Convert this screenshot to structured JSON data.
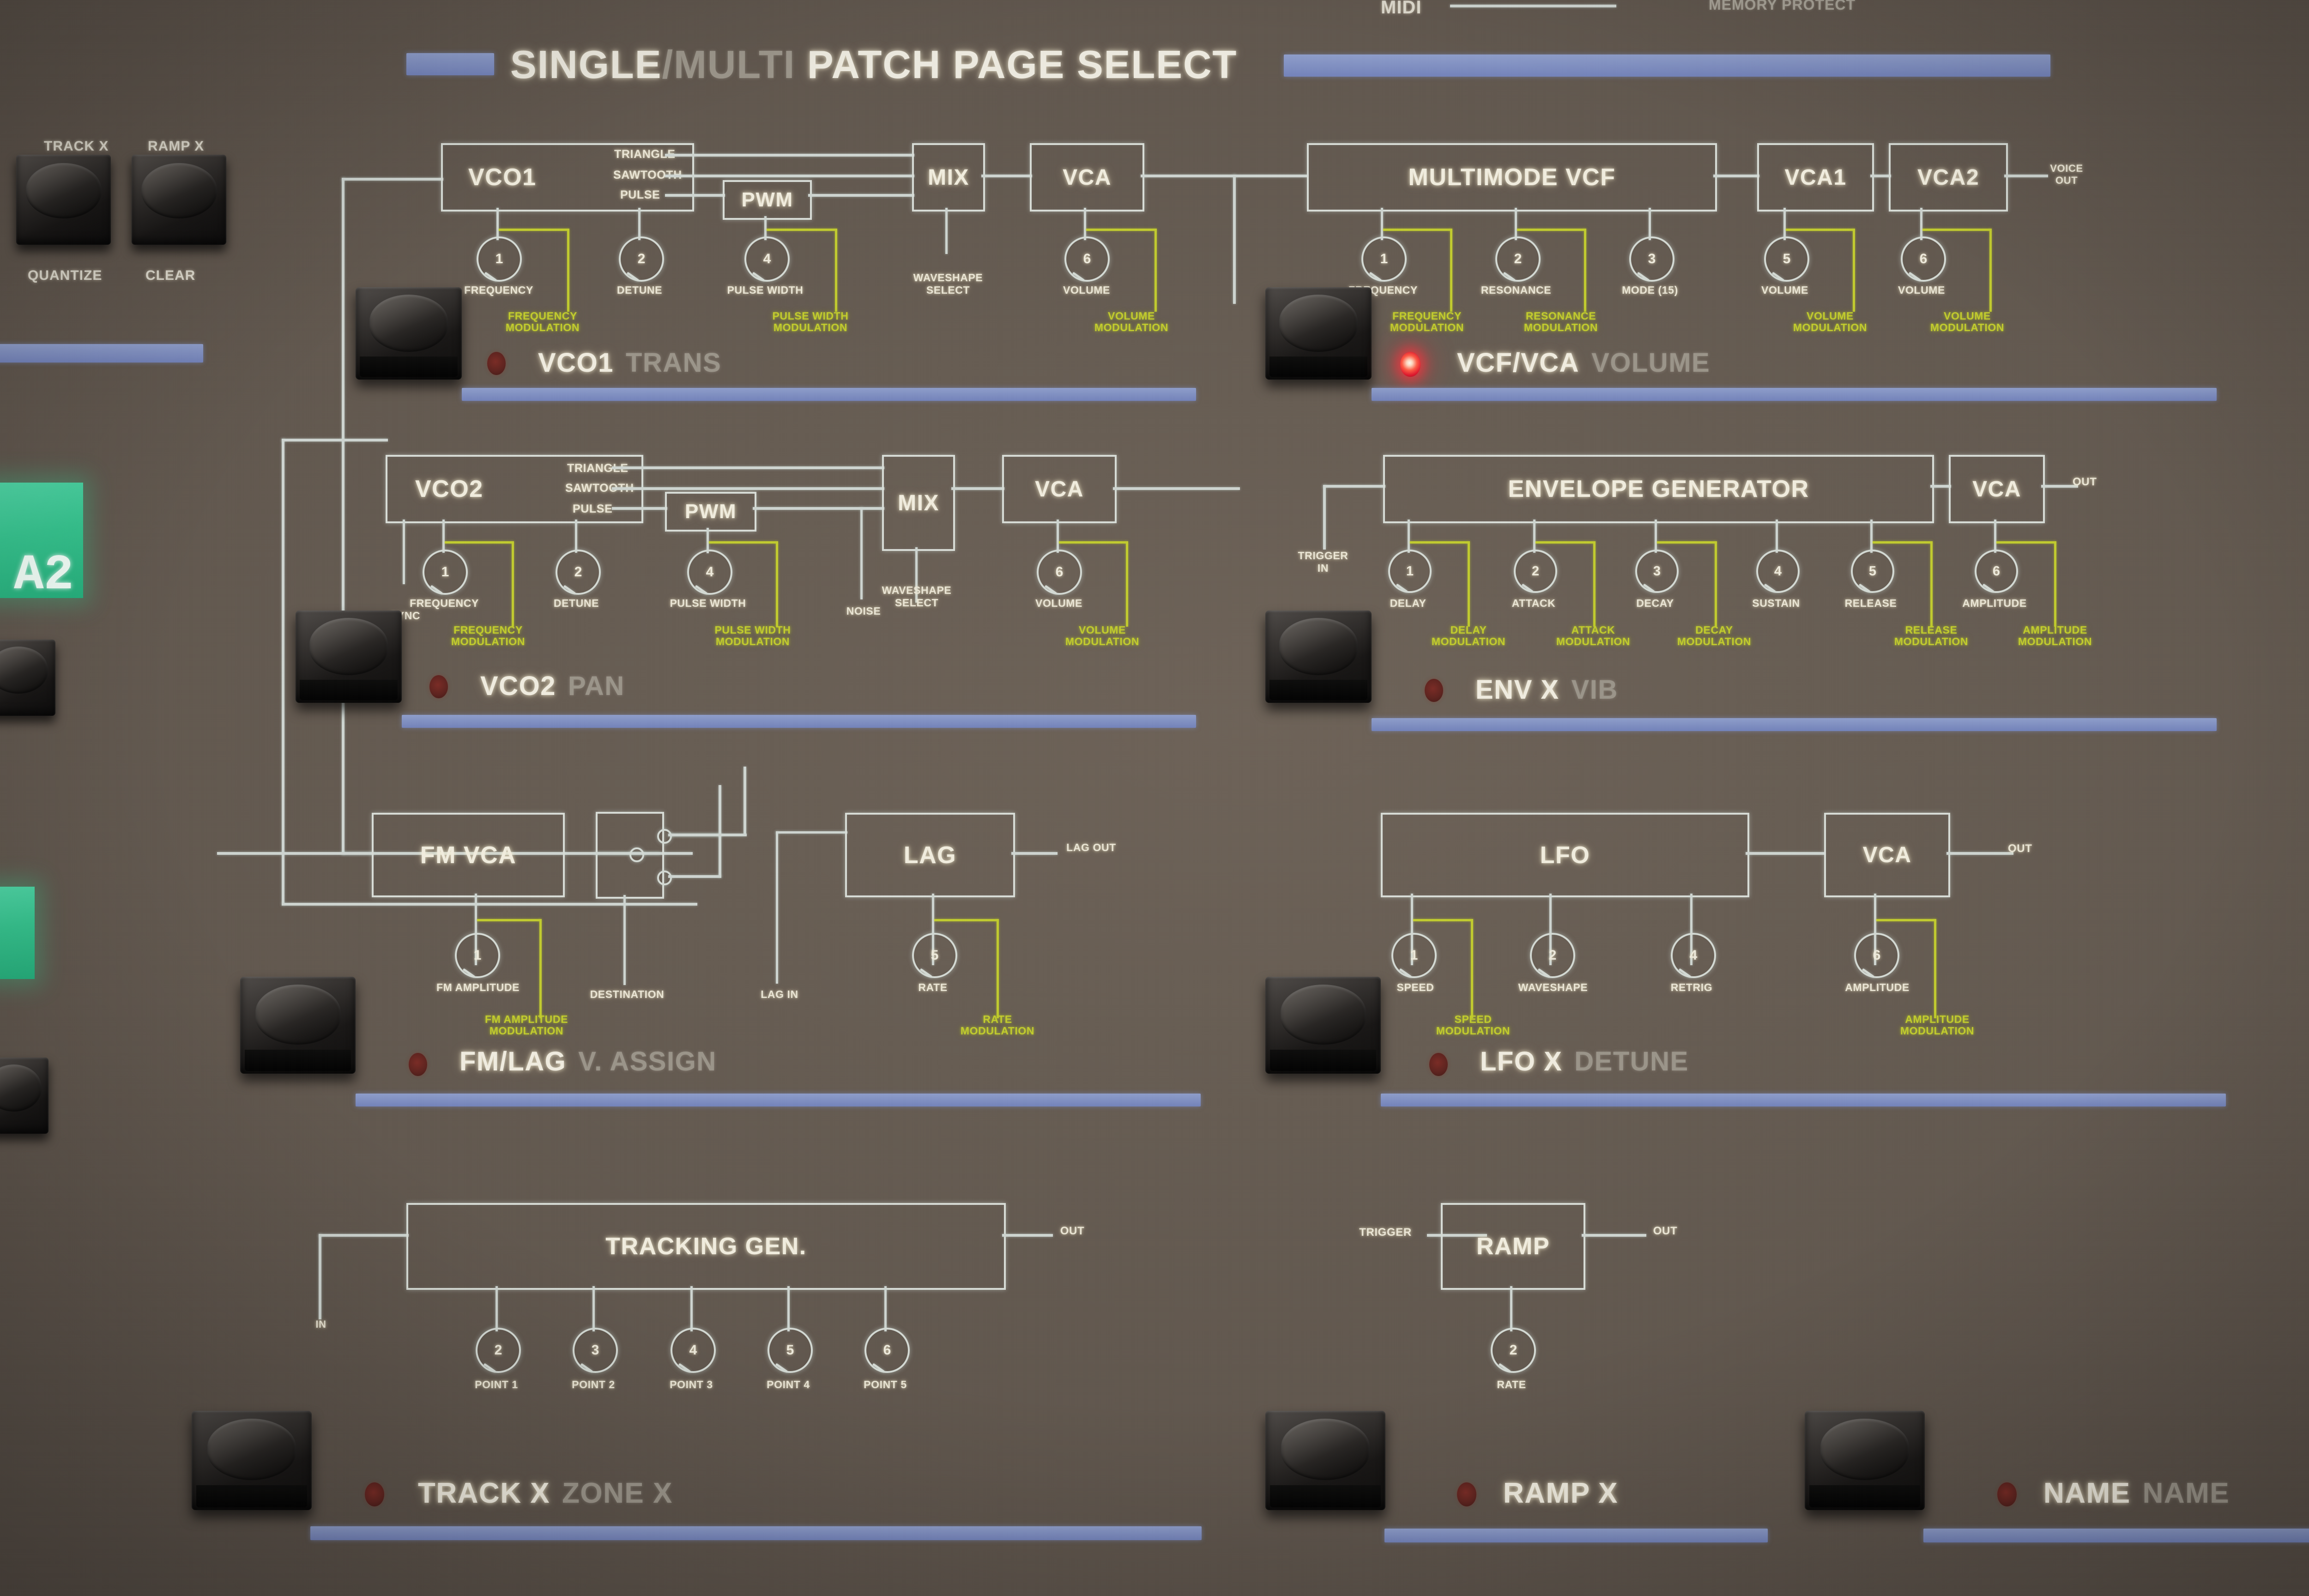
{
  "panel": {
    "title_primary": "SINGLE",
    "title_dim": "/MULTI",
    "title_tail": " PATCH PAGE SELECT",
    "accent_white": "#f0ece0",
    "accent_yellow": "#c3cd2c",
    "accent_blue": "#8a99c7",
    "accent_led_on": "#ff3a3a"
  },
  "top_strip": {
    "midi_label": "MIDI",
    "memory_protect_label": "MEMORY PROTECT"
  },
  "left_edge": {
    "buttons": [
      {
        "top_label": "TRACK X",
        "bottom_label": "QUANTIZE"
      },
      {
        "top_label": "RAMP X",
        "bottom_label": "CLEAR"
      }
    ],
    "display_value": "A2"
  },
  "page_buttons": [
    {
      "name": "vco1",
      "primary": "VCO1",
      "secondary": "TRANS",
      "led_on": false
    },
    {
      "name": "vcf-vca",
      "primary": "VCF/VCA",
      "secondary": "VOLUME",
      "led_on": true
    },
    {
      "name": "vco2",
      "primary": "VCO2",
      "secondary": "PAN",
      "led_on": false
    },
    {
      "name": "env-x",
      "primary": "ENV X",
      "secondary": "VIB",
      "led_on": false
    },
    {
      "name": "fm-lag",
      "primary": "FM/LAG",
      "secondary": "V. ASSIGN",
      "led_on": false
    },
    {
      "name": "lfo-x",
      "primary": "LFO X",
      "secondary": "DETUNE",
      "led_on": false
    },
    {
      "name": "track-x",
      "primary": "TRACK X",
      "secondary": "ZONE X",
      "led_on": false
    },
    {
      "name": "ramp-x",
      "primary": "RAMP X",
      "secondary": "",
      "led_on": false
    },
    {
      "name": "name",
      "primary": "NAME",
      "secondary": "NAME",
      "led_on": false
    }
  ],
  "diagram": {
    "vco1_row": {
      "boxes": [
        "VCO1",
        "PWM",
        "MIX",
        "VCA"
      ],
      "wave_labels": [
        "TRIANGLE",
        "SAWTOOTH",
        "PULSE"
      ],
      "knobs": [
        {
          "num": "1",
          "label": "FREQUENCY",
          "mod": "FREQUENCY\nMODULATION"
        },
        {
          "num": "2",
          "label": "DETUNE",
          "mod": ""
        },
        {
          "num": "4",
          "label": "PULSE WIDTH",
          "mod": "PULSE WIDTH\nMODULATION"
        },
        {
          "num": "",
          "label": "WAVESHAPE\nSELECT",
          "mod": ""
        },
        {
          "num": "6",
          "label": "VOLUME",
          "mod": "VOLUME\nMODULATION"
        }
      ]
    },
    "vcf_row": {
      "boxes": [
        "MULTIMODE  VCF",
        "VCA1",
        "VCA2"
      ],
      "output_label": "VOICE\nOUT",
      "knobs": [
        {
          "num": "1",
          "label": "FREQUENCY",
          "mod": "FREQUENCY\nMODULATION"
        },
        {
          "num": "2",
          "label": "RESONANCE",
          "mod": "RESONANCE\nMODULATION"
        },
        {
          "num": "3",
          "label": "MODE (15)",
          "mod": ""
        },
        {
          "num": "5",
          "label": "VOLUME",
          "mod": "VOLUME\nMODULATION"
        },
        {
          "num": "6",
          "label": "VOLUME",
          "mod": "VOLUME\nMODULATION"
        }
      ]
    },
    "vco2_row": {
      "boxes": [
        "VCO2",
        "PWM",
        "MIX",
        "VCA"
      ],
      "wave_labels": [
        "TRIANGLE",
        "SAWTOOTH",
        "PULSE"
      ],
      "sync_label": "SYNC",
      "noise_label": "NOISE",
      "knobs": [
        {
          "num": "1",
          "label": "FREQUENCY",
          "mod": "FREQUENCY\nMODULATION"
        },
        {
          "num": "2",
          "label": "DETUNE",
          "mod": ""
        },
        {
          "num": "4",
          "label": "PULSE WIDTH",
          "mod": "PULSE WIDTH\nMODULATION"
        },
        {
          "num": "",
          "label": "WAVESHAPE\nSELECT",
          "mod": ""
        },
        {
          "num": "6",
          "label": "VOLUME",
          "mod": "VOLUME\nMODULATION"
        }
      ]
    },
    "env_row": {
      "boxes": [
        "ENVELOPE  GENERATOR",
        "VCA"
      ],
      "input_label": "TRIGGER\nIN",
      "output_label": "OUT",
      "knobs": [
        {
          "num": "1",
          "label": "DELAY",
          "mod": "DELAY\nMODULATION"
        },
        {
          "num": "2",
          "label": "ATTACK",
          "mod": "ATTACK\nMODULATION"
        },
        {
          "num": "3",
          "label": "DECAY",
          "mod": "DECAY\nMODULATION"
        },
        {
          "num": "4",
          "label": "SUSTAIN",
          "mod": ""
        },
        {
          "num": "5",
          "label": "RELEASE",
          "mod": "RELEASE\nMODULATION"
        },
        {
          "num": "6",
          "label": "AMPLITUDE",
          "mod": "AMPLITUDE\nMODULATION"
        }
      ]
    },
    "fmlag_row": {
      "boxes": [
        "FM  VCA",
        "LAG"
      ],
      "destination_label": "DESTINATION",
      "lag_in_label": "LAG IN",
      "lag_out_label": "LAG OUT",
      "knobs": [
        {
          "num": "1",
          "label": "FM AMPLITUDE",
          "mod": "FM AMPLITUDE\nMODULATION"
        },
        {
          "num": "5",
          "label": "RATE",
          "mod": "RATE\nMODULATION"
        }
      ]
    },
    "lfo_row": {
      "boxes": [
        "LFO",
        "VCA"
      ],
      "output_label": "OUT",
      "knobs": [
        {
          "num": "1",
          "label": "SPEED",
          "mod": "SPEED\nMODULATION"
        },
        {
          "num": "2",
          "label": "WAVESHAPE",
          "mod": ""
        },
        {
          "num": "4",
          "label": "RETRIG",
          "mod": ""
        },
        {
          "num": "6",
          "label": "AMPLITUDE",
          "mod": "AMPLITUDE\nMODULATION"
        }
      ]
    },
    "track_row": {
      "boxes": [
        "TRACKING  GEN."
      ],
      "input_label": "IN",
      "output_label": "OUT",
      "knobs": [
        {
          "num": "2",
          "label": "POINT 1",
          "mod": ""
        },
        {
          "num": "3",
          "label": "POINT 2",
          "mod": ""
        },
        {
          "num": "4",
          "label": "POINT 3",
          "mod": ""
        },
        {
          "num": "5",
          "label": "POINT 4",
          "mod": ""
        },
        {
          "num": "6",
          "label": "POINT 5",
          "mod": ""
        }
      ]
    },
    "ramp_row": {
      "boxes": [
        "RAMP"
      ],
      "input_label": "TRIGGER",
      "output_label": "OUT",
      "knobs": [
        {
          "num": "2",
          "label": "RATE",
          "mod": ""
        }
      ]
    }
  }
}
